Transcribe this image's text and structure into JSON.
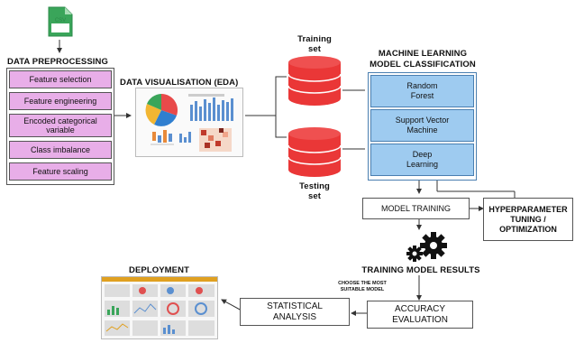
{
  "csv_icon": {
    "label": "CSV"
  },
  "preprocessing": {
    "title": "DATA PREPROCESSING",
    "items": [
      "Feature selection",
      "Feature engineering",
      "Encoded categorical variable",
      "Class imbalance",
      "Feature scaling"
    ]
  },
  "eda": {
    "title": "DATA VISUALISATION (EDA)"
  },
  "training_set": {
    "line1": "Training",
    "line2": "set"
  },
  "testing_set": {
    "line1": "Testing",
    "line2": "set"
  },
  "ml": {
    "title_line1": "MACHINE LEARNING",
    "title_line2": "MODEL CLASSIFICATION",
    "models": [
      {
        "line1": "Random",
        "line2": "Forest"
      },
      {
        "line1": "Support Vector",
        "line2": "Machine"
      },
      {
        "line1": "Deep",
        "line2": "Learning"
      }
    ]
  },
  "model_training": "MODEL TRAINING",
  "hyperparameter": {
    "line1": "HYPERPARAMETER",
    "line2": "TUNING /",
    "line3": "OPTIMIZATION"
  },
  "training_results": "TRAINING MODEL RESULTS",
  "choose_model": {
    "line1": "CHOOSE THE MOST",
    "line2": "SUITABLE MODEL"
  },
  "accuracy": {
    "line1": "ACCURACY",
    "line2": "EVALUATION"
  },
  "statistical": {
    "line1": "STATISTICAL",
    "line2": "ANALYSIS"
  },
  "deployment": {
    "title": "DEPLOYMENT"
  },
  "colors": {
    "pink": "#e8aee8",
    "blue": "#9ecbf0",
    "red": "#ea3737",
    "green": "#2e9c55"
  }
}
